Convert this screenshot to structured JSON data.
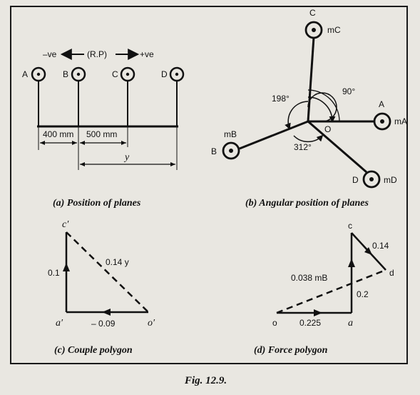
{
  "figure": {
    "caption": "Fig. 12.9."
  },
  "panel_a": {
    "caption": "(a) Position of planes",
    "direction": {
      "neg": "–ve",
      "ref": "(R.P)",
      "pos": "+ve"
    },
    "planes": [
      "A",
      "B",
      "C",
      "D"
    ],
    "dims": {
      "ab": "400 mm",
      "bc": "500 mm",
      "y": "y"
    }
  },
  "panel_b": {
    "caption": "(b) Angular position of planes",
    "origin": "O",
    "masses": [
      {
        "plane": "C",
        "mass_label": "mC"
      },
      {
        "plane": "A",
        "mass_label": "mA"
      },
      {
        "plane": "B",
        "mass_label": "mB"
      },
      {
        "plane": "D",
        "mass_label": "mD"
      }
    ],
    "angles": [
      "90°",
      "198°",
      "312°"
    ]
  },
  "panel_c": {
    "caption": "(c) Couple polygon",
    "vertices": {
      "top": "c′",
      "left": "a′",
      "right": "o′"
    },
    "sides": {
      "vertical": "0.1",
      "horizontal": "– 0.09",
      "diagonal": "0.14 y"
    }
  },
  "panel_d": {
    "caption": "(d) Force polygon",
    "vertices": {
      "o": "o",
      "a": "a",
      "c": "c",
      "d": "d"
    },
    "sides": {
      "oa": "0.225",
      "ac": "0.2",
      "cd": "0.14",
      "od": "0.038 mB"
    }
  }
}
